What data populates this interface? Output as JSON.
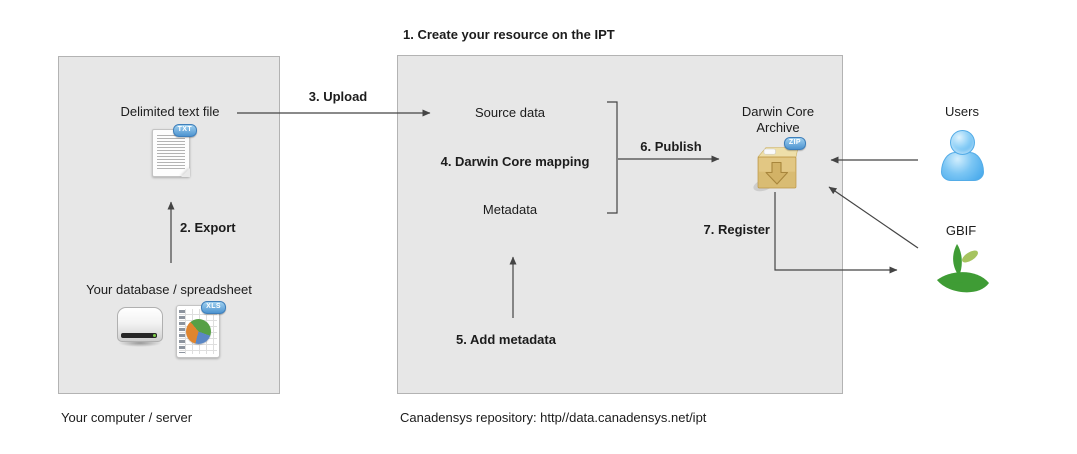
{
  "title": "1. Create your resource on the IPT",
  "left_panel": {
    "delimited_text_file": "Delimited text file",
    "database_spreadsheet": "Your database / spreadsheet",
    "caption": "Your computer / server",
    "txt_badge": "TXT",
    "xls_badge": "XLS"
  },
  "ipt_panel": {
    "source_data": "Source data",
    "mapping": "4. Darwin Core mapping",
    "metadata": "Metadata",
    "archive_line1": "Darwin Core",
    "archive_line2": "Archive",
    "zip_badge": "ZIP",
    "caption": "Canadensys repository: http//data.canadensys.net/ipt"
  },
  "steps": {
    "export": "2. Export",
    "upload": "3. Upload",
    "add_metadata": "5. Add metadata",
    "publish": "6. Publish",
    "register": "7. Register"
  },
  "external": {
    "users": "Users",
    "gbif": "GBIF"
  },
  "colors": {
    "panel_bg": "#e7e7e7",
    "panel_border": "#b3b3b3",
    "arrow": "#444444",
    "badge_blue": "#4e94d0",
    "zip_tan": "#d9bc73",
    "users_blue": "#45a9ec",
    "gbif_green": "#3f9c35",
    "gbif_light_green": "#a6c45f"
  }
}
